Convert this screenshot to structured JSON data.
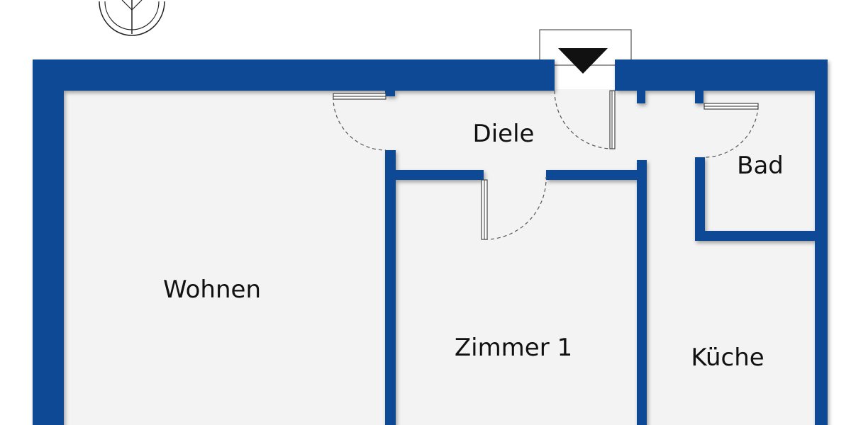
{
  "plan": {
    "rooms": {
      "wohnen": "Wohnen",
      "diele": "Diele",
      "zimmer1": "Zimmer 1",
      "bad": "Bad",
      "kueche": "Küche"
    },
    "colors": {
      "wall": "#0a4a94",
      "floor": "#f3f3f3",
      "background": "#ffffff",
      "entrance_marker": "#111111"
    },
    "icons": {
      "north": "compass-icon",
      "entrance": "entrance-triangle-icon"
    }
  }
}
